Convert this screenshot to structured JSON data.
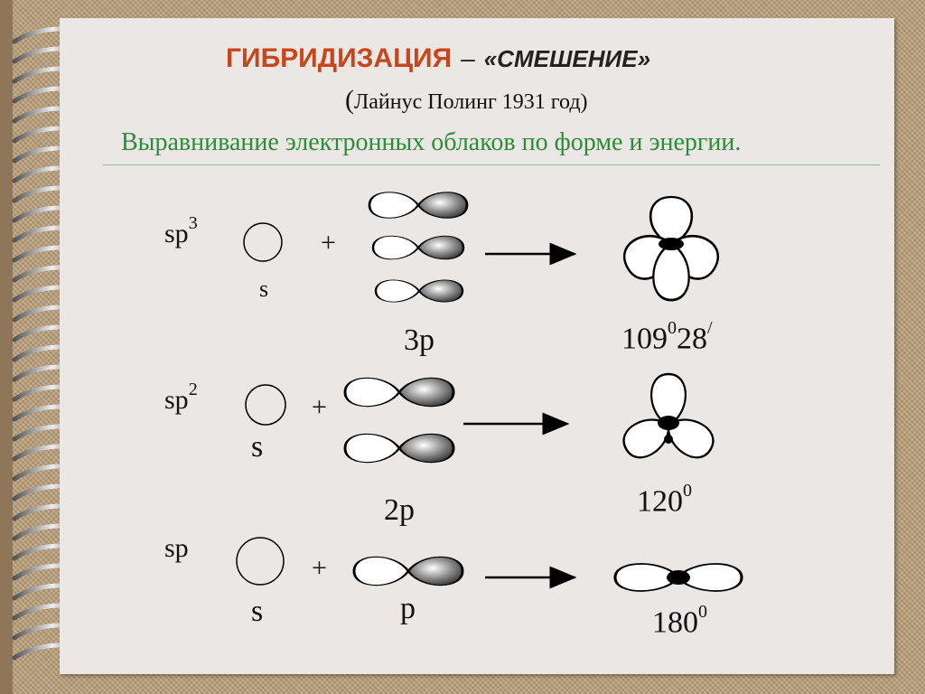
{
  "title": {
    "term": "ГИБРИДИЗАЦИЯ",
    "dash": "–",
    "meaning": "«СМЕШЕНИЕ»"
  },
  "subtitle": {
    "open_paren": "(",
    "text": "Лайнус Полинг 1931 год)"
  },
  "definition": "Выравнивание электронных облаков по форме и энергии.",
  "rows": [
    {
      "type_base": "sp",
      "type_sup": "3",
      "s_label": "s",
      "plus": "+",
      "p_label": "3p",
      "angle_base": "109",
      "angle_sup1": "0",
      "angle_mid": "28",
      "angle_sup2": "/"
    },
    {
      "type_base": "sp",
      "type_sup": "2",
      "s_label": "s",
      "plus": "+",
      "p_label": "2p",
      "angle_base": "120",
      "angle_sup1": "0"
    },
    {
      "type_base": "sp",
      "s_label": "s",
      "plus": "+",
      "p_label": "p",
      "angle_base": "180",
      "angle_sup1": "0"
    }
  ],
  "colors": {
    "title": "#c8461b",
    "definition": "#2e8b3a",
    "page": "#eae7e4",
    "background": "#b89e78"
  }
}
